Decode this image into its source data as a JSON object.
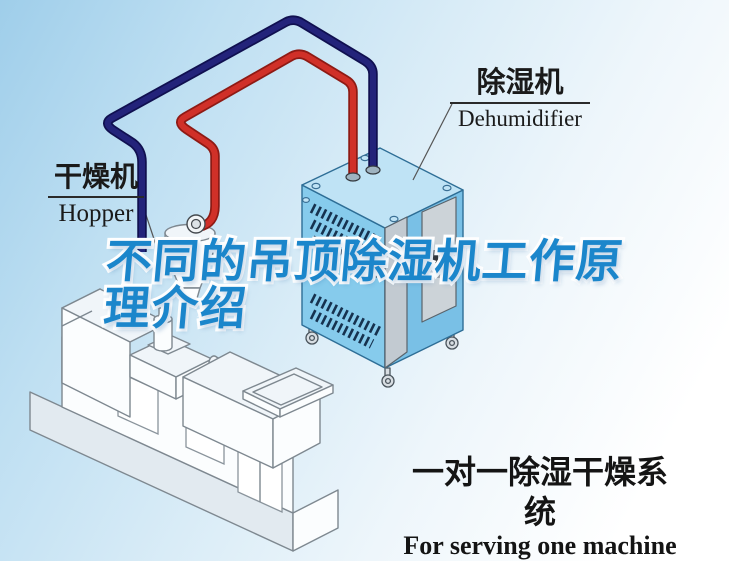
{
  "title": {
    "line1": "不同的吊顶除湿机工作原",
    "line2": "理介绍",
    "color": "#1b86cb"
  },
  "labels": {
    "dehumidifier": {
      "zh": "除湿机",
      "en": "Dehumidifier"
    },
    "hopper": {
      "zh": "干燥机",
      "en": "Hopper"
    }
  },
  "caption": {
    "zh": "一对一除湿干燥系统",
    "en": "For serving one machine"
  },
  "diagram": {
    "machines": [
      {
        "name": "dehumidifier-unit",
        "description": "blue wheeled dehumidifier cabinet with vent slats and side door"
      },
      {
        "name": "hopper-dryer-machine",
        "description": "white isometric injection machine with hopper funnel and inspection windows"
      }
    ],
    "pipes": [
      {
        "name": "dry-air-pipe",
        "color": "#cf2b24"
      },
      {
        "name": "return-air-pipe",
        "color": "#23237a"
      }
    ]
  },
  "colors": {
    "background_top": "#9fceea",
    "background_bottom": "#ffffff",
    "title_blue": "#1b86cb",
    "title_outline": "#ffffff",
    "pipe_red": "#cf2b24",
    "pipe_navy": "#23237a",
    "cabinet_left_face": "#86cbec",
    "cabinet_right_face": "#79c0e6",
    "cabinet_top_face": "#bfe3f5",
    "vent_slats": "#16324f",
    "line_art": "#7e8890",
    "label_text": "#1a1a1a"
  }
}
